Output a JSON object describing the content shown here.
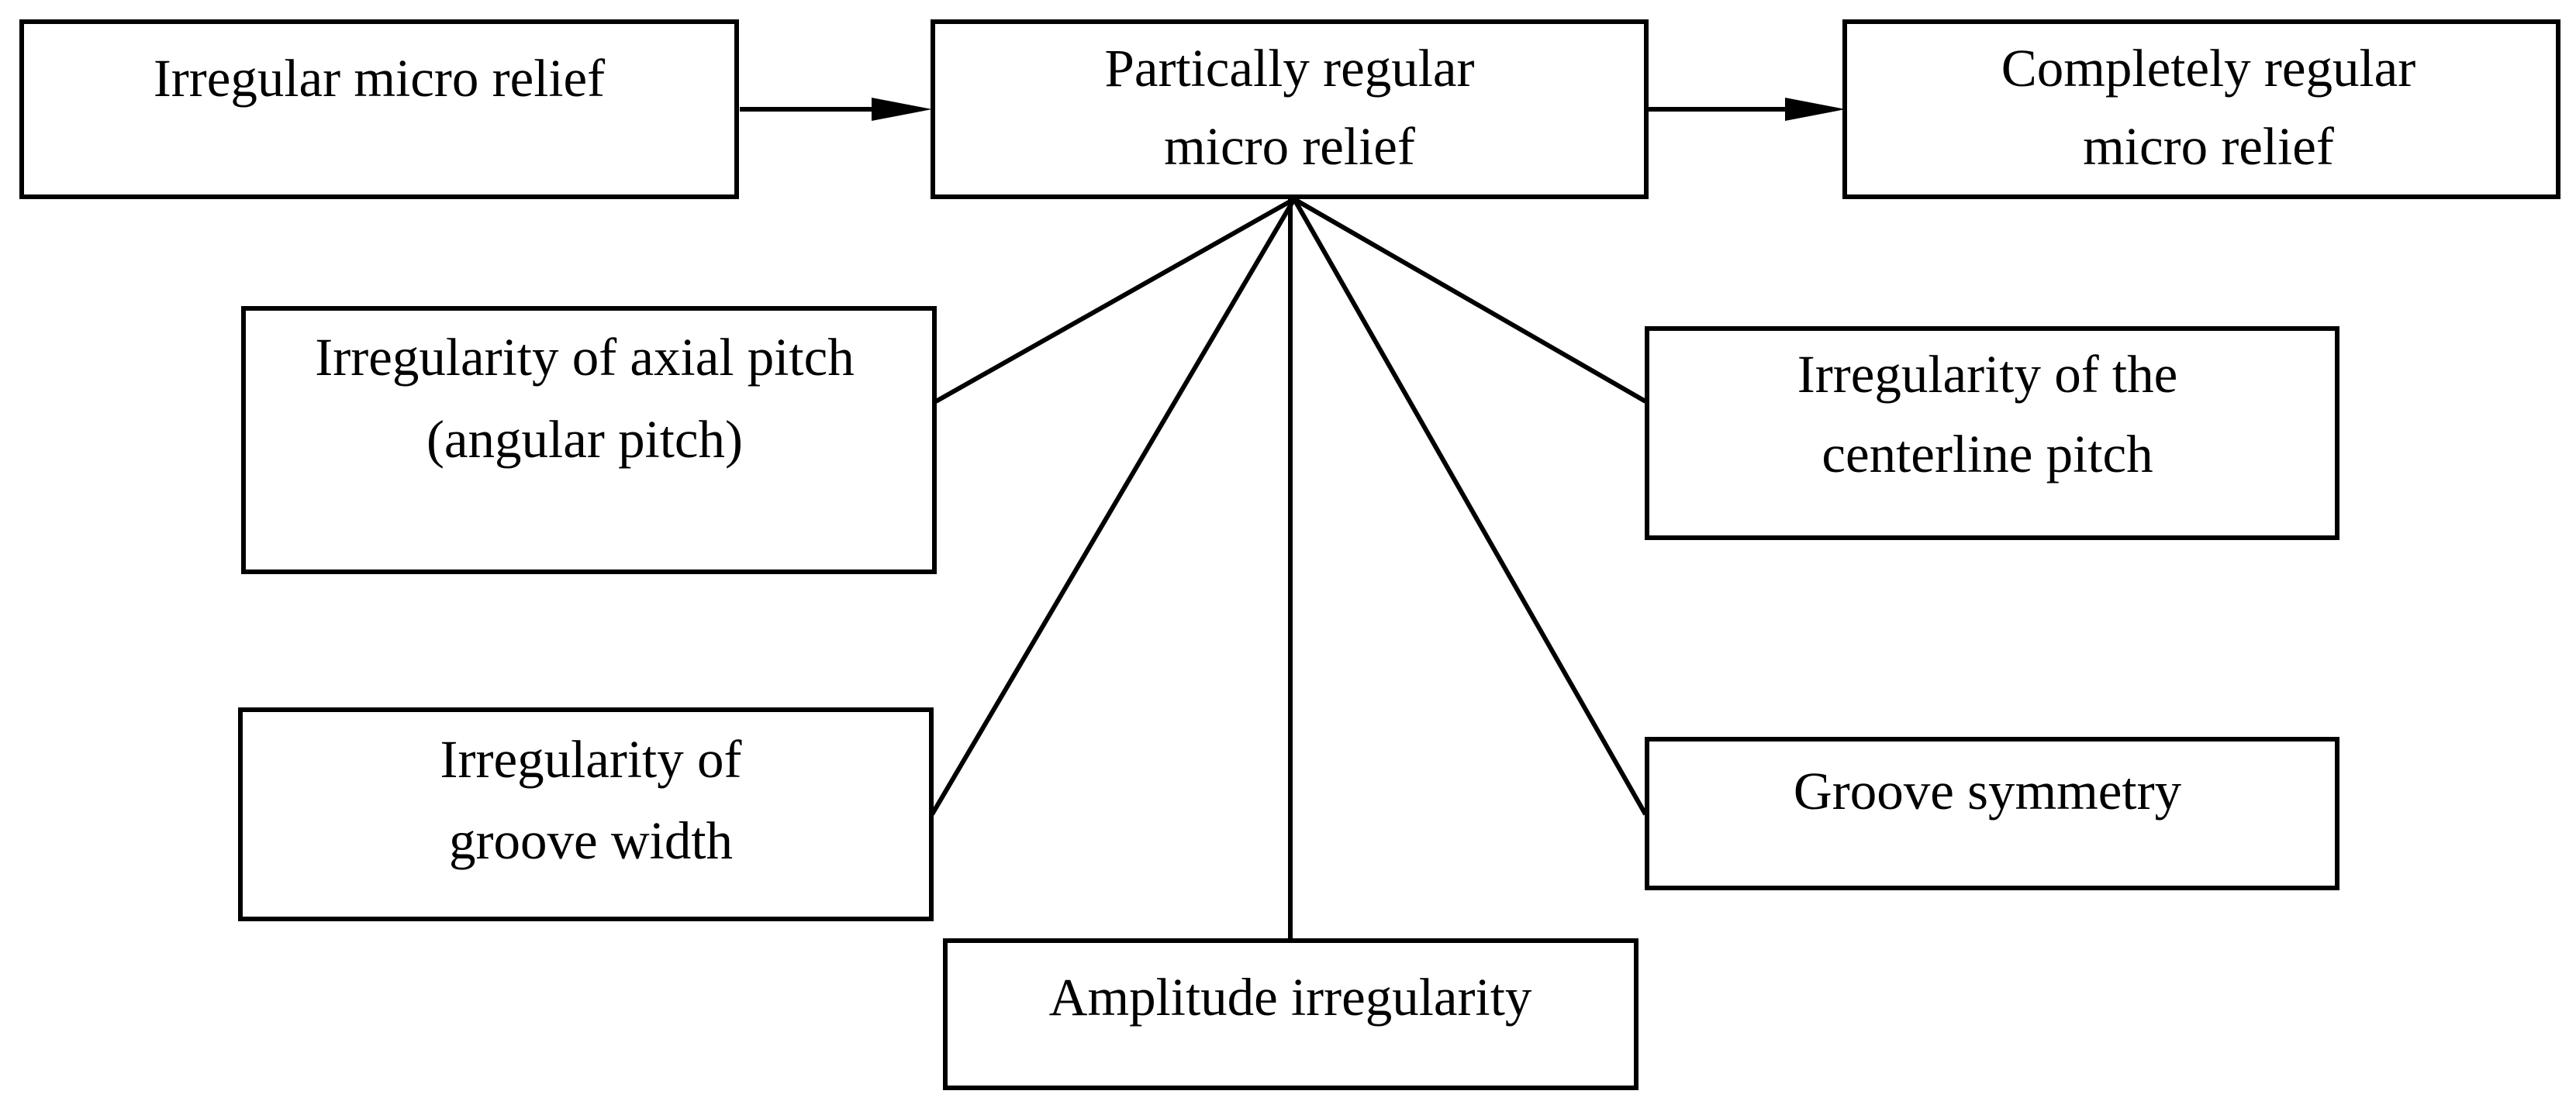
{
  "diagram": {
    "boxes": {
      "irregular": {
        "lines": [
          "Irregular micro relief"
        ]
      },
      "partial": {
        "lines": [
          "Partically regular",
          "micro relief"
        ]
      },
      "complete": {
        "lines": [
          "Completely regular",
          "micro relief"
        ]
      },
      "axial_pitch": {
        "lines": [
          "Irregularity of axial pitch",
          "(angular pitch)"
        ]
      },
      "centerline_pitch": {
        "lines": [
          "Irregularity of the",
          "centerline pitch"
        ]
      },
      "groove_width": {
        "lines": [
          "Irregularity of",
          "groove width"
        ]
      },
      "groove_symmetry": {
        "lines": [
          "Groove symmetry"
        ]
      },
      "amplitude": {
        "lines": [
          "Amplitude irregularity"
        ]
      }
    }
  }
}
